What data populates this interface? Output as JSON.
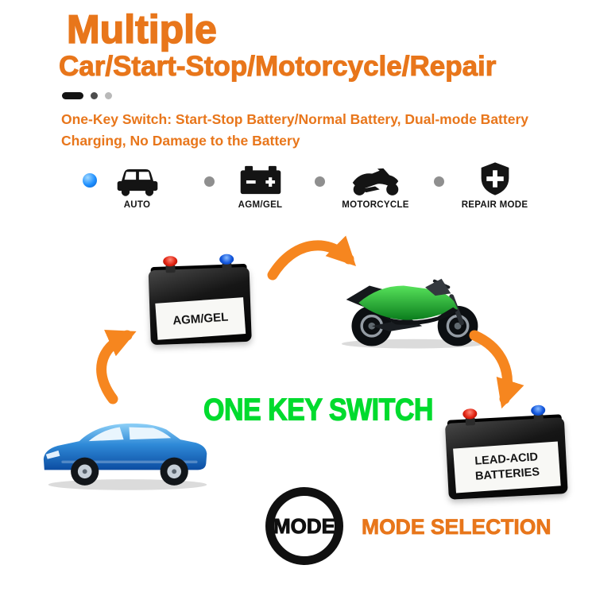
{
  "colors": {
    "accent_orange": "#E8761B",
    "arrow_orange": "#F6861F",
    "switch_green": "#00DB2E",
    "indicator_blue": "#1E8FFF",
    "separator_gray": "#8F8F8F",
    "icon_black": "#141414"
  },
  "header": {
    "title": "Multiple",
    "subtitle": "Car/Start-Stop/Motorcycle/Repair",
    "description": "One-Key Switch: Start-Stop Battery/Normal Battery, Dual-mode Battery Charging, No Damage to the Battery"
  },
  "modes": [
    {
      "icon": "car-icon",
      "label": "AUTO"
    },
    {
      "icon": "battery-icon",
      "label": "AGM/GEL"
    },
    {
      "icon": "motorcycle-icon",
      "label": "MOTORCYCLE"
    },
    {
      "icon": "shield-plus-icon",
      "label": "REPAIR MODE"
    }
  ],
  "diagram": {
    "top_battery_label": "AGM/GEL",
    "bottom_battery_line1": "LEAD-ACID",
    "bottom_battery_line2": "BATTERIES",
    "center_caption": "ONE KEY SWITCH"
  },
  "footer": {
    "mode_button_label": "MODE",
    "caption": "MODE SELECTION"
  }
}
